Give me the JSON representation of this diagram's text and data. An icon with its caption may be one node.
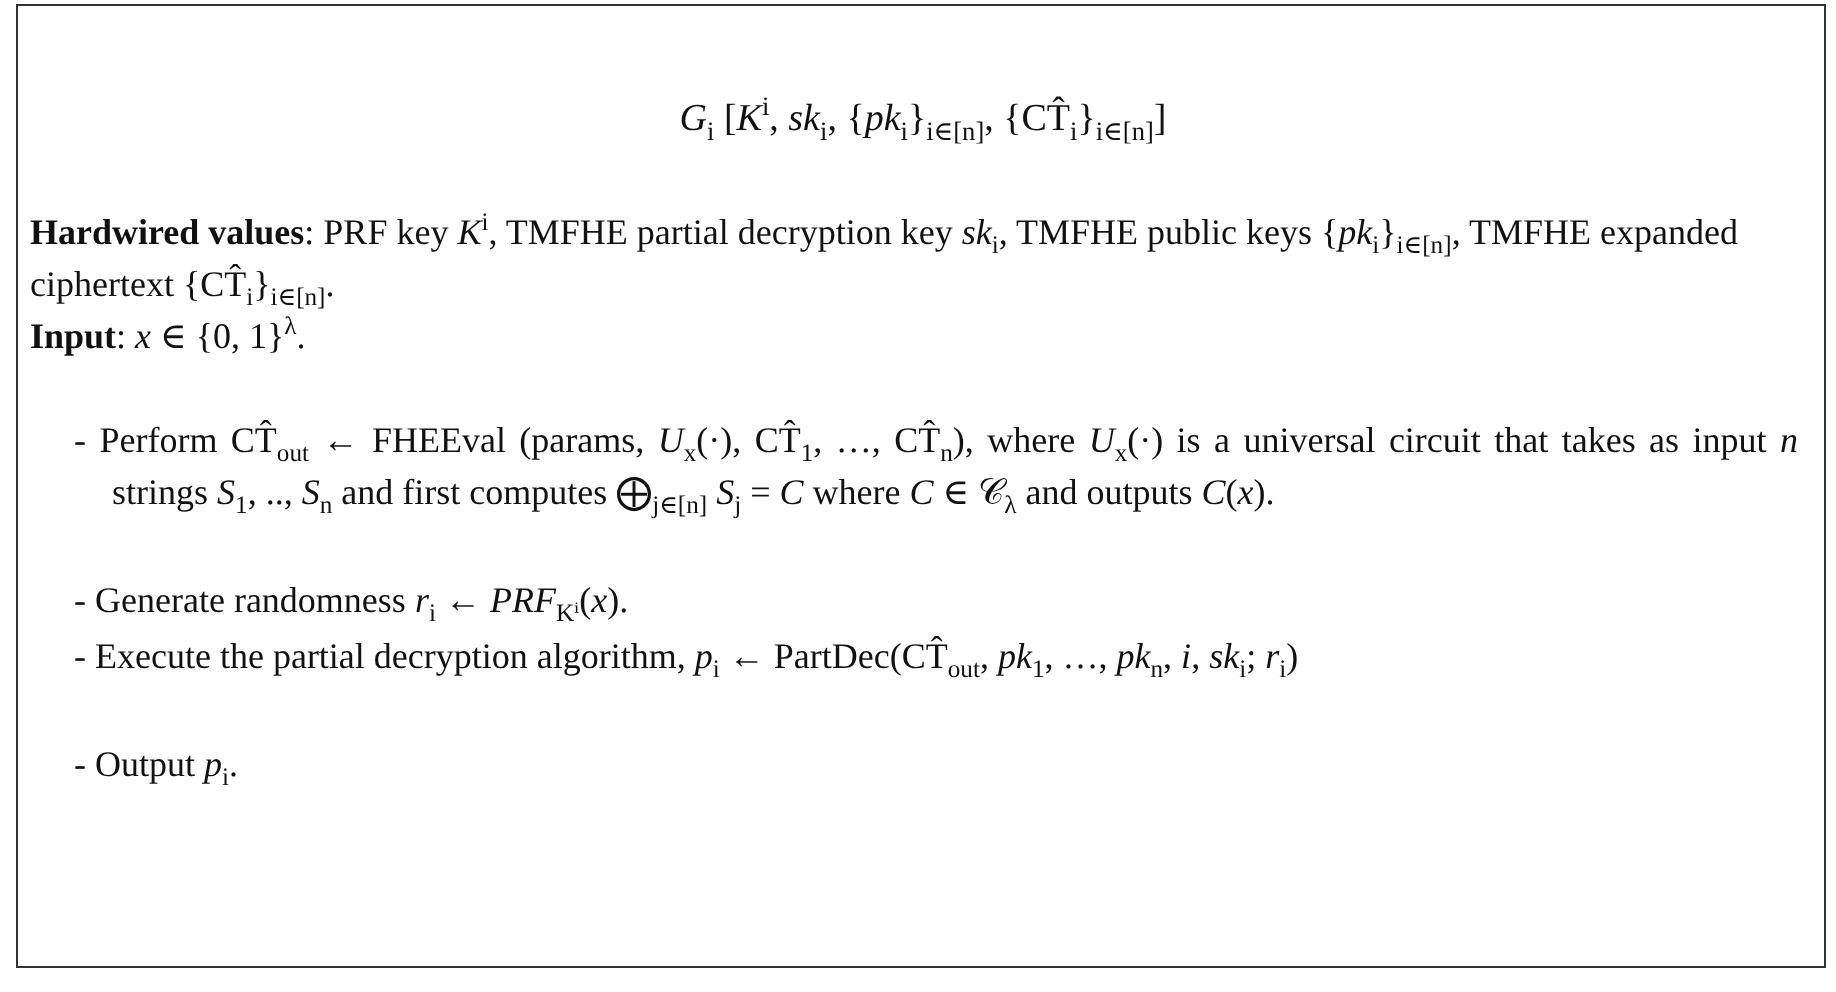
{
  "diagram": {
    "nodes": [
      {
        "text": [
          "*G*$_{i}$ [*K*$^{i}$, *sk*$_{i}$, {*pk*$_{i}$}$_{i∈[n]}$, {CT̂$_{i}$}$_{i∈[n]}$]",
          "**Hardwired values**: PRF key *K*$^{i}$, TMFHE partial decryption key *sk*$_{i}$, TMFHE public keys {*pk*$_{i}$}$_{i∈[n]}$, TMFHE expanded ciphertext {CT̂$_{i}$}$_{i∈[n]}$.",
          "**Input**: *x* ∈ {0, 1}$^{λ}$.",
          "- Perform CT̂$_{out}$ ← FHEEval (params, *U*$_{x}$(·), CT̂$_{1}$, …, CT̂$_{n}$), where *U*$_{x}$(·) is a universal circuit that takes as input *n* strings *S*$_{1}$, .., *S*$_{n}$ and first computes ⨁$_{j∈[n]}$ *S*$_{j}$ = *C* where *C* ∈ 𝒞$_{λ}$ and outputs *C*(*x*).",
          "- Generate randomness *r*$_{i}$ ← *PRF*$_{Kⁱ}$(*x*).",
          "- Execute the partial decryption algorithm, *p*$_{i}$ ← PartDec(CT̂$_{out}$, *pk*$_{1}$, …, *pk*$_{n}$, *i*, *sk*$_{i}$; *r*$_{i}$)",
          "- Output *p*$_{i}$."
        ]
      }
    ]
  }
}
